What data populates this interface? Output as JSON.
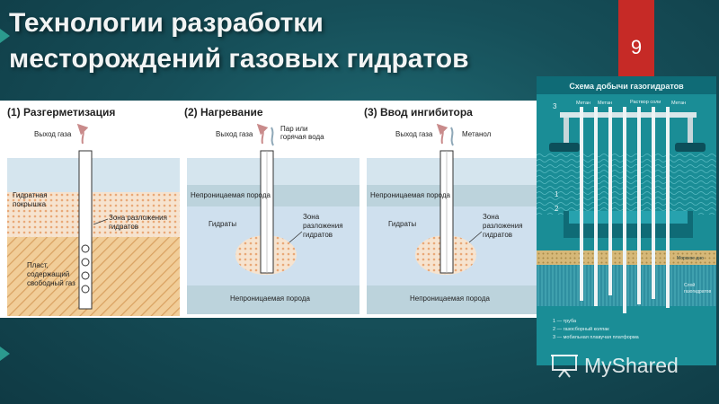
{
  "slide": {
    "title_line1": "Технологии разработки",
    "title_line2": "месторождений газовых гидратов",
    "page_number": "9"
  },
  "panels": [
    {
      "heading": "(1) Разгерметизация",
      "labels": {
        "gas_out": "Выход газа",
        "hydrate_cover": [
          "Гидратная",
          "покрышка"
        ],
        "zone": [
          "Зона разложения",
          "гидратов"
        ],
        "free_gas": [
          "Пласт,",
          "содержащий",
          "свободный газ"
        ]
      }
    },
    {
      "heading": "(2) Нагревание",
      "labels": {
        "gas_out": "Выход газа",
        "steam": [
          "Пар или",
          "горячая вода"
        ],
        "impermeable_top": "Непроницаемая порода",
        "hydrates": "Гидраты",
        "zone": [
          "Зона",
          "разложения",
          "гидратов"
        ],
        "impermeable_bottom": "Непроницаемая порода"
      }
    },
    {
      "heading": "(3) Ввод ингибитора",
      "labels": {
        "gas_out": "Выход газа",
        "methanol": "Метанол",
        "impermeable_top": "Непроницаемая порода",
        "hydrates": "Гидраты",
        "zone": [
          "Зона",
          "разложения",
          "гидратов"
        ],
        "impermeable_bottom": "Непроницаемая порода"
      }
    }
  ],
  "scheme": {
    "title": "Схема добычи газогидратов",
    "top_labels": [
      "Метан",
      "Метан",
      "Раствор соли",
      "Метан"
    ],
    "side_labels": [
      "3",
      "1",
      "2"
    ],
    "seabed_label": "Морское дно",
    "layer_label": [
      "Слой",
      "газогидратов"
    ],
    "legend": [
      "1 — труба",
      "2 — газосборный колпак",
      "3 — мобильная плавучая платформа"
    ]
  },
  "watermark": {
    "text": "MyShared"
  },
  "colors": {
    "background": "#164f59",
    "tab_red": "#c62a26",
    "accent_teal": "#2b9a8e",
    "scheme_bg": "#1a8d96",
    "hydrate_band": "#c9e0ea",
    "gas_zone": "#f1c9a6"
  }
}
